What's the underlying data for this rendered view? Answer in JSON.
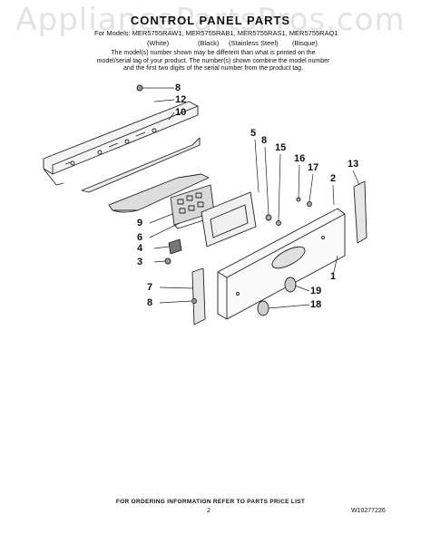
{
  "watermark": "AppliancePartsPros.com",
  "title": "CONTROL PANEL PARTS",
  "models_line": "For Models: MER5755RAW1, MER5755RAB1, MER5755RAS1, MER5755RAQ1",
  "colors": [
    "(White)",
    "(Black)",
    "(Stainless Steel)",
    "(Bisque)"
  ],
  "note": "The model(s) number shown may be different than what is printed on the model/serial tag of your product. The number(s) shown combine the model number and the first two digits of the serial number from the product tag.",
  "callouts": [
    "8",
    "12",
    "10",
    "5",
    "8",
    "15",
    "16",
    "17",
    "2",
    "13",
    "9",
    "6",
    "4",
    "3",
    "1",
    "7",
    "8",
    "19",
    "18"
  ],
  "footer": {
    "ordering": "FOR ORDERING INFORMATION REFER TO PARTS PRICE LIST",
    "page": "2",
    "doc_number": "W10277226"
  }
}
